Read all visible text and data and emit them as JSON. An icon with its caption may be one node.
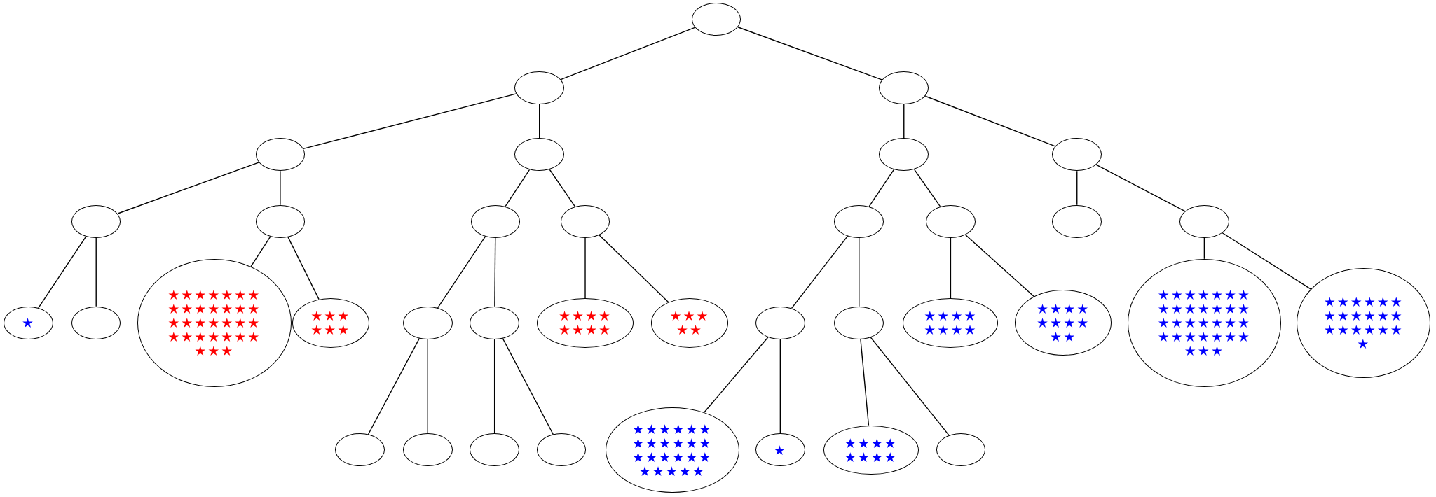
{
  "diagram": {
    "nodes": [
      {
        "text": [],
        "shape": "ellipse"
      },
      {
        "text": [],
        "shape": "ellipse"
      },
      {
        "text": [],
        "shape": "ellipse"
      },
      {
        "text": [],
        "shape": "ellipse"
      },
      {
        "text": [],
        "shape": "ellipse"
      },
      {
        "text": [],
        "shape": "ellipse"
      },
      {
        "text": [],
        "shape": "ellipse"
      },
      {
        "text": [],
        "shape": "ellipse"
      },
      {
        "text": [],
        "shape": "ellipse"
      },
      {
        "text": [],
        "shape": "ellipse"
      },
      {
        "text": [],
        "shape": "ellipse"
      },
      {
        "text": [],
        "shape": "ellipse"
      },
      {
        "text": [],
        "shape": "ellipse"
      },
      {
        "text": [],
        "shape": "ellipse"
      },
      {
        "text": [],
        "shape": "ellipse"
      },
      {
        "text": [
          "★"
        ]
      },
      {
        "text": [],
        "shape": "ellipse"
      },
      {
        "text": [
          "★★★★★★★ ★★★★★★★ ★★★★★★★ ★★★★★★★ ★★★"
        ]
      },
      {
        "text": [
          "★★★ ★★★"
        ]
      },
      {
        "text": [],
        "shape": "ellipse"
      },
      {
        "text": [],
        "shape": "ellipse"
      },
      {
        "text": [
          "★★★★ ★★★★"
        ]
      },
      {
        "text": [
          "★★★ ★★"
        ]
      },
      {
        "text": [],
        "shape": "ellipse"
      },
      {
        "text": [],
        "shape": "ellipse"
      },
      {
        "text": [
          "★★★★ ★★★★"
        ]
      },
      {
        "text": [
          "★★★★ ★★★★ ★★"
        ]
      },
      {
        "text": [
          "★★★★★★★ ★★★★★★★ ★★★★★★★ ★★★★★★★ ★★★"
        ]
      },
      {
        "text": [
          "★★★★★★ ★★★★★★ ★★★★★★ ★"
        ]
      },
      {
        "text": [],
        "shape": "ellipse"
      },
      {
        "text": [],
        "shape": "ellipse"
      },
      {
        "text": [],
        "shape": "ellipse"
      },
      {
        "text": [],
        "shape": "ellipse"
      },
      {
        "text": [
          "★★★★★★ ★★★★★★ ★★★★★★ ★★★★★"
        ]
      },
      {
        "text": [
          "★"
        ]
      },
      {
        "text": [
          "★★★★ ★★★★"
        ]
      },
      {
        "text": [],
        "shape": "ellipse"
      }
    ],
    "edges": [
      {
        "from": 0,
        "to": 1,
        "arrow": "none"
      },
      {
        "from": 0,
        "to": 2,
        "arrow": "none"
      },
      {
        "from": 1,
        "to": 3,
        "arrow": "none"
      },
      {
        "from": 1,
        "to": 4,
        "arrow": "none"
      },
      {
        "from": 2,
        "to": 5,
        "arrow": "none"
      },
      {
        "from": 2,
        "to": 6,
        "arrow": "none"
      },
      {
        "from": 3,
        "to": 7,
        "arrow": "none"
      },
      {
        "from": 3,
        "to": 8,
        "arrow": "none"
      },
      {
        "from": 4,
        "to": 9,
        "arrow": "none"
      },
      {
        "from": 4,
        "to": 10,
        "arrow": "none"
      },
      {
        "from": 5,
        "to": 11,
        "arrow": "none"
      },
      {
        "from": 5,
        "to": 12,
        "arrow": "none"
      },
      {
        "from": 6,
        "to": 13,
        "arrow": "none"
      },
      {
        "from": 6,
        "to": 14,
        "arrow": "none"
      },
      {
        "from": 7,
        "to": 15,
        "arrow": "none"
      },
      {
        "from": 7,
        "to": 16,
        "arrow": "none"
      },
      {
        "from": 8,
        "to": 17,
        "arrow": "none"
      },
      {
        "from": 8,
        "to": 18,
        "arrow": "none"
      },
      {
        "from": 9,
        "to": 19,
        "arrow": "none"
      },
      {
        "from": 9,
        "to": 20,
        "arrow": "none"
      },
      {
        "from": 10,
        "to": 21,
        "arrow": "none"
      },
      {
        "from": 10,
        "to": 22,
        "arrow": "none"
      },
      {
        "from": 11,
        "to": 23,
        "arrow": "none"
      },
      {
        "from": 11,
        "to": 24,
        "arrow": "none"
      },
      {
        "from": 12,
        "to": 25,
        "arrow": "none"
      },
      {
        "from": 12,
        "to": 26,
        "arrow": "none"
      },
      {
        "from": 14,
        "to": 27,
        "arrow": "none"
      },
      {
        "from": 14,
        "to": 28,
        "arrow": "none"
      },
      {
        "from": 19,
        "to": 29,
        "arrow": "none"
      },
      {
        "from": 19,
        "to": 30,
        "arrow": "none"
      },
      {
        "from": 20,
        "to": 31,
        "arrow": "none"
      },
      {
        "from": 20,
        "to": 32,
        "arrow": "none"
      },
      {
        "from": 23,
        "to": 33,
        "arrow": "none"
      },
      {
        "from": 23,
        "to": 34,
        "arrow": "none"
      },
      {
        "from": 24,
        "to": 35,
        "arrow": "none"
      },
      {
        "from": 24,
        "to": 36,
        "arrow": "none"
      }
    ]
  }
}
